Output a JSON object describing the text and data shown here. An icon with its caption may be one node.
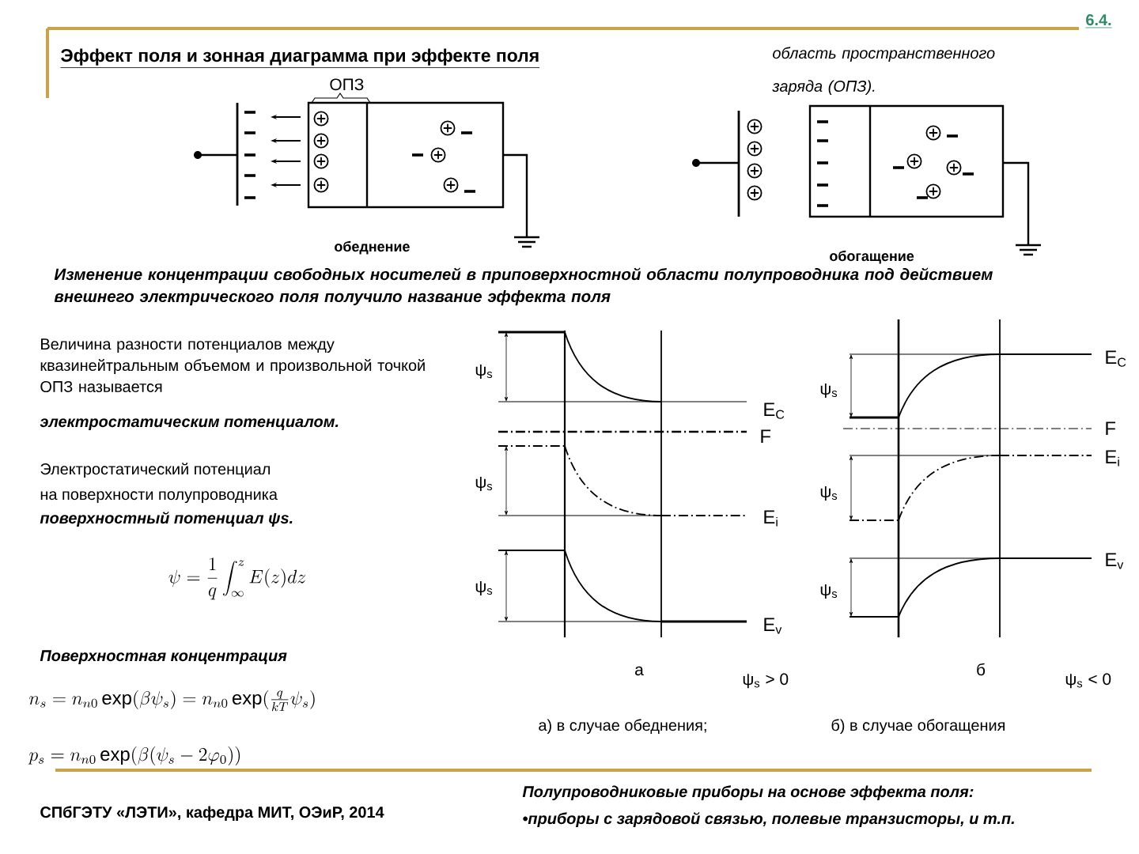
{
  "diagram": {
    "title": "Эффект поля и зонная диаграмма при эффекте поля",
    "labels": [
      "6.4.",
      "*область пространственного заряда* (ОПЗ).",
      "ОПЗ",
      "обеднение",
      "обогащение",
      "Изменение концентрации свободных носителей в приповерхностной области полупроводника под действием внешнего электрического поля получило название эффекта поля",
      "Величина разности потенциалов между квазинейтральным объемом и произвольной точкой ОПЗ называется",
      "электростатическим потенциалом.",
      "Электростатический потенциал",
      "на поверхности полупроводника",
      "**поверхностный потенциал** ψs.",
      "\\psi = \\frac{1}{q}\\int_{\\infty}^{z} E(z)dz",
      "Поверхностная концентрация",
      "n_{s} = n_{n0}\\exp(\\beta\\psi_{s}) = n_{n0}\\exp(\\frac{q}{kT}\\psi_{s})",
      "p_{s} = n_{n0}\\exp(\\beta(\\psi_{s} - 2\\varphi_{0}))",
      "ψ$_{s}$",
      "ψ$_{s}$",
      "ψ$_{s}$",
      "E$_{C}$",
      "F",
      "E$_{i}$",
      "E$_{v}$",
      "а",
      "ψ$_{s}$ > 0",
      "ψ$_{s}$",
      "ψ$_{s}$",
      "ψ$_{s}$",
      "E$_{C}$",
      "F",
      "E$_{i}$",
      "E$_{v}$",
      "б",
      "ψ$_{s}$ < 0",
      "а) в случае обеднения;",
      "б) в случае обогащения",
      "СПбГЭТУ «ЛЭТИ», кафедра МИТ, ОЭиР, 2014",
      "Полупроводниковые приборы на основе эффекта поля:",
      "•приборы с зарядовой связью, полевые транзисторы, и т.п."
    ]
  }
}
